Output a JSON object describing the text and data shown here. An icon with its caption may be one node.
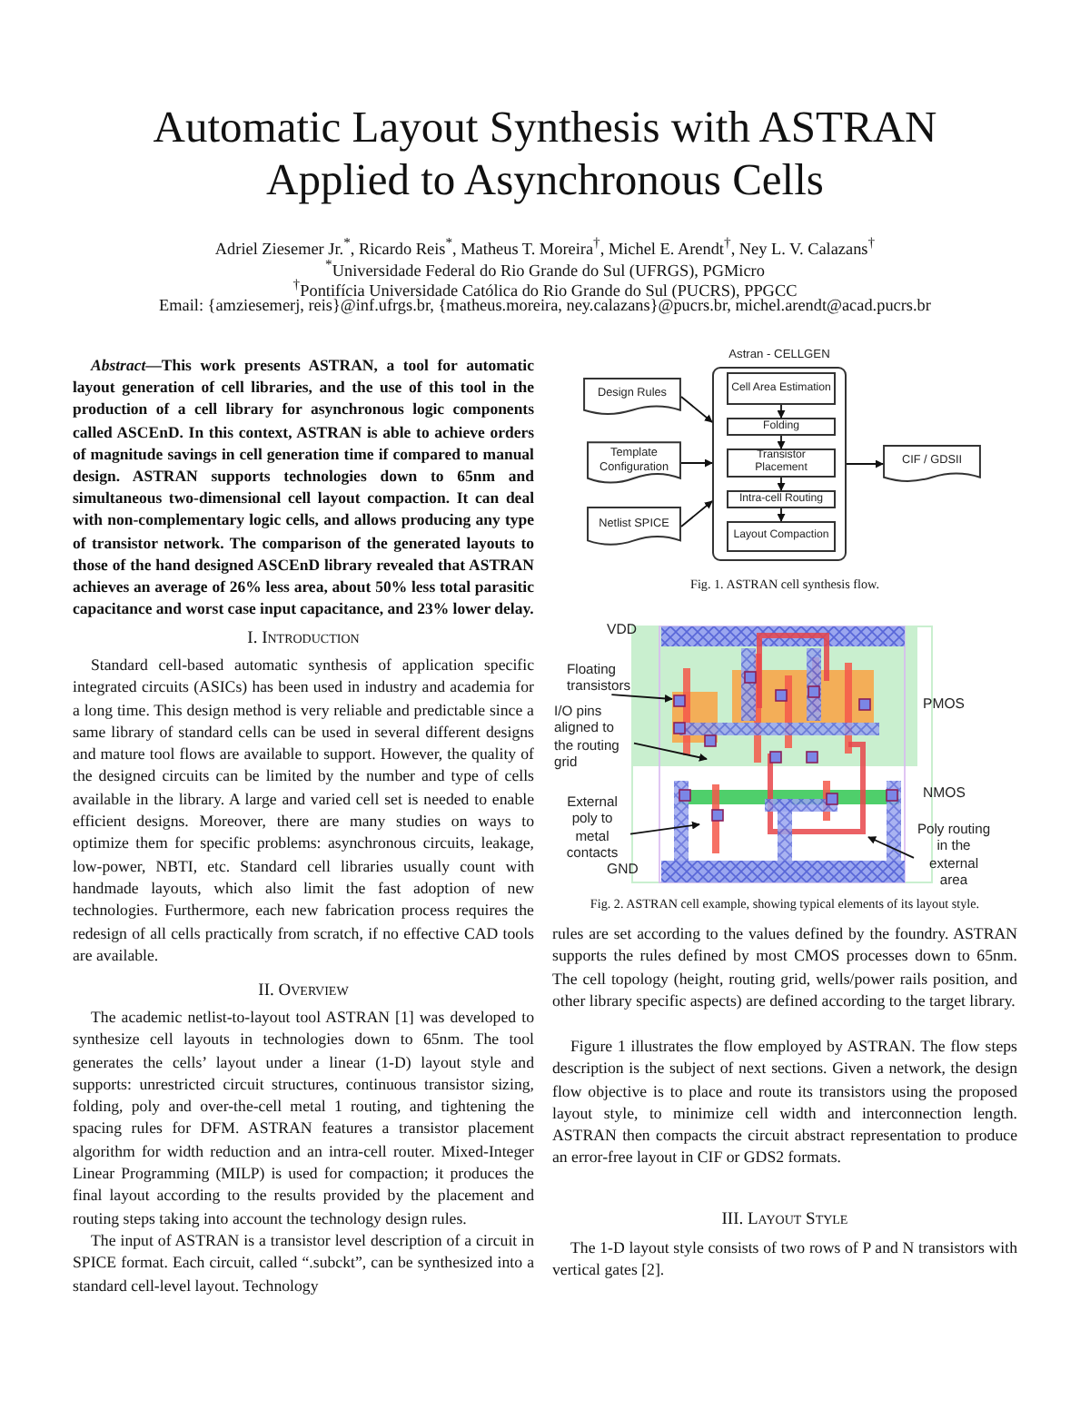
{
  "diagram": {
    "title": "Automatic Layout Synthesis with ASTRAN Applied to Asynchronous Cells",
    "nodes": [
      {
        "text": [
          "Design Rules"
        ]
      },
      {
        "text": [
          "Template Configuration"
        ]
      },
      {
        "text": [
          "Netlist SPICE"
        ]
      },
      {
        "text": [
          "Astran - CELLGEN"
        ]
      },
      {
        "text": [
          "Cell Area Estimation"
        ],
        "in": 3
      },
      {
        "text": [
          "Folding"
        ],
        "in": 3
      },
      {
        "text": [
          "Transistor Placement"
        ],
        "in": 3
      },
      {
        "text": [
          "Intra-cell Routing"
        ],
        "in": 3
      },
      {
        "text": [
          "Layout Compaction"
        ],
        "in": 3
      },
      {
        "text": [
          "CIF / GDSII"
        ]
      },
      {
        "text": [
          "Floating transistors"
        ]
      },
      {
        "text": [
          "I/O pins aligned to the routing grid"
        ]
      },
      {
        "text": [
          "External poly to metal contacts"
        ]
      },
      {
        "text": [
          "Poly routing in the external area"
        ]
      }
    ],
    "edges": [
      {
        "from": 0,
        "to": 3,
        "arrow": "to"
      },
      {
        "from": 1,
        "to": 3,
        "arrow": "to"
      },
      {
        "from": 2,
        "to": 3,
        "arrow": "to"
      },
      {
        "from": 4,
        "to": 5,
        "arrow": "to"
      },
      {
        "from": 5,
        "to": 6,
        "arrow": "to"
      },
      {
        "from": 6,
        "to": 7,
        "arrow": "to"
      },
      {
        "from": 7,
        "to": 8,
        "arrow": "to"
      },
      {
        "from": 3,
        "to": 9,
        "arrow": "to"
      },
      {
        "from": 10,
        "to": null,
        "arrow": "to"
      },
      {
        "from": 11,
        "to": null,
        "arrow": "to"
      },
      {
        "from": 12,
        "to": null,
        "arrow": "to"
      },
      {
        "from": 13,
        "to": null,
        "arrow": "to"
      }
    ],
    "labels": [
      "Adriel Ziesemer Jr.$^{*}$, Ricardo Reis$^{*}$, Matheus T. Moreira$^{†}$, Michel E. Arendt$^{†}$, Ney L. V. Calazans$^{†}$",
      "$^{*}$Universidade Federal do Rio Grande do Sul (UFRGS), PGMicro",
      "$^{†}$Pontifícia Universidade Católica do Rio Grande do Sul (PUCRS), PPGCC",
      "Email: {amziesemerj, reis}@inf.ufrgs.br, {matheus.moreira, ney.calazans}@pucrs.br, michel.arendt@acad.pucrs.br",
      "*Abstract*—This work presents ASTRAN, a tool for automatic layout generation of cell libraries, and the use of this tool in the production of a cell library for asynchronous logic components called ASCEnD. In this context, ASTRAN is able to achieve orders of magnitude savings in cell generation time if compared to manual design. ASTRAN supports technologies down to 65nm and simultaneous two-dimensional cell layout compaction. It can deal with non-complementary logic cells, and allows producing any type of transistor network. The comparison of the generated layouts to those of the hand designed ASCEnD library revealed that ASTRAN achieves an average of 26% less area, about 50% less total parasitic capacitance and worst case input capacitance, and 23% lower delay.",
      "I. Introduction",
      "Standard cell-based automatic synthesis of application specific integrated circuits (ASICs) has been used in industry and academia for a long time. This design method is very reliable and predictable since a same library of standard cells can be used in several different designs and mature tool flows are available to support. However, the quality of the designed circuits can be limited by the number and type of cells available in the library. A large and varied cell set is needed to enable efficient designs. Moreover, there are many studies on ways to optimize them for specific problems: asynchronous circuits, leakage, low-power, NBTI, etc. Standard cell libraries usually count with handmade layouts, which also limit the fast adoption of new technologies. Furthermore, each new fabrication process requires the redesign of all cells practically from scratch, if no effective CAD tools are available.",
      "II. Overview",
      "The academic netlist-to-layout tool ASTRAN [1] was developed to synthesize cell layouts in technologies down to 65nm. The tool generates the cells’ layout under a linear (1-D) layout style and supports: unrestricted circuit structures, continuous transistor sizing, folding, poly and over-the-cell metal 1 routing, and tightening the spacing rules for DFM. ASTRAN features a transistor placement algorithm for width reduction and an intra-cell router. Mixed-Integer Linear Programming (MILP) is used for compaction; it produces the final layout according to the results provided by the placement and routing steps taking into account the technology design rules.",
      "The input of ASTRAN is a transistor level description of a circuit in SPICE format. Each circuit, called “.subckt”, can be synthesized into a standard cell-level layout. Technology",
      "Fig. 1.   ASTRAN cell synthesis flow.",
      "VDD",
      "PMOS",
      "NMOS",
      "GND",
      "Fig. 2.   ASTRAN cell example, showing typical elements of its layout style.",
      "rules are set according to the values defined by the foundry. ASTRAN supports the rules defined by most CMOS processes down to 65nm. The cell topology (height, routing grid, wells/power rails position, and other library specific aspects) are defined according to the target library.",
      "Figure 1 illustrates the flow employed by ASTRAN. The flow steps description is the subject of next sections. Given a network, the design flow objective is to place and route its transistors using the proposed layout style, to minimize cell width and interconnection length. ASTRAN then compacts the circuit abstract representation to produce an error-free layout in CIF or GDS2 formats.",
      "III. Layout Style",
      "The 1-D layout style consists of two rows of P and N transistors with vertical gates [2]."
    ]
  }
}
